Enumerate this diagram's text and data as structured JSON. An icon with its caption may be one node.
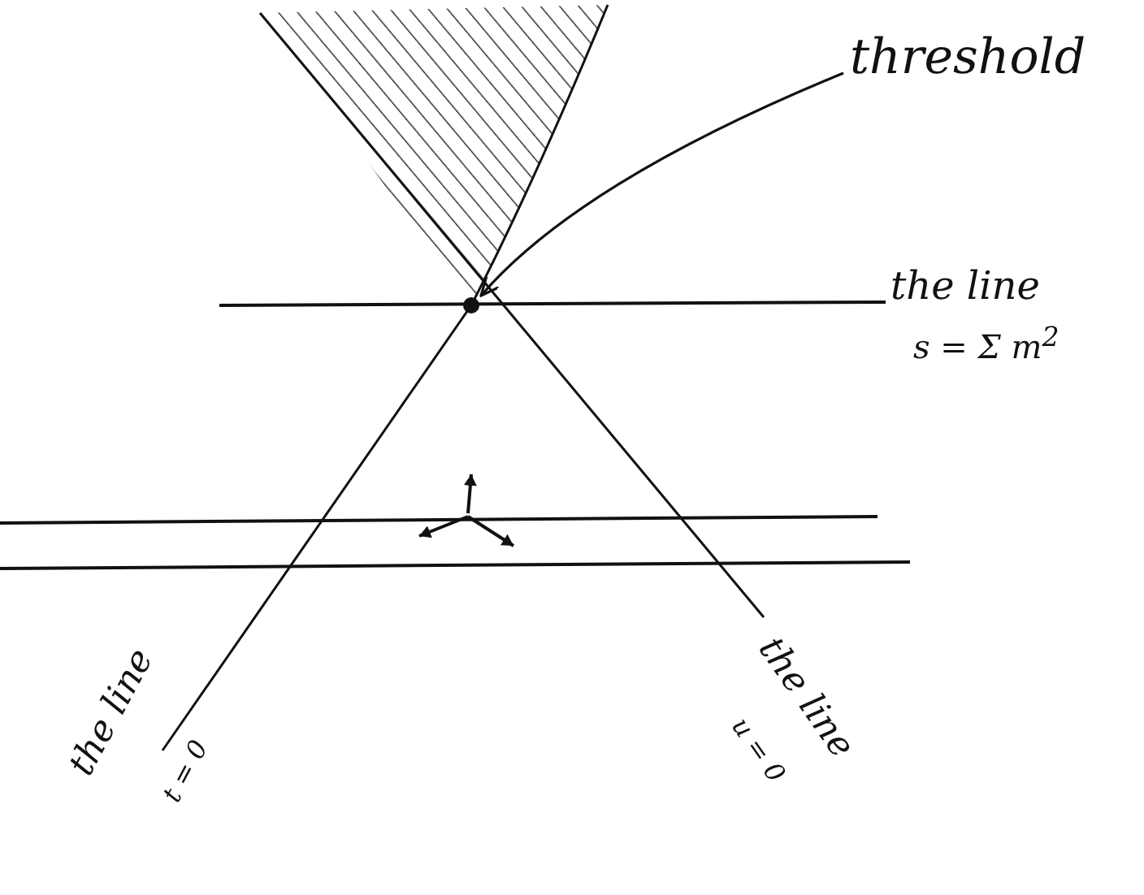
{
  "diagram": {
    "nodes": [
      {
        "text": [
          "threshold"
        ]
      },
      {
        "text": [],
        "shape": "circle"
      }
    ],
    "edges": [
      {
        "from": 0,
        "to": 1,
        "arrow": "to"
      }
    ],
    "labels": [
      "the line",
      "s = Σ m$^{2}$",
      "the line",
      "t = 0",
      "the line",
      "u = 0"
    ]
  }
}
